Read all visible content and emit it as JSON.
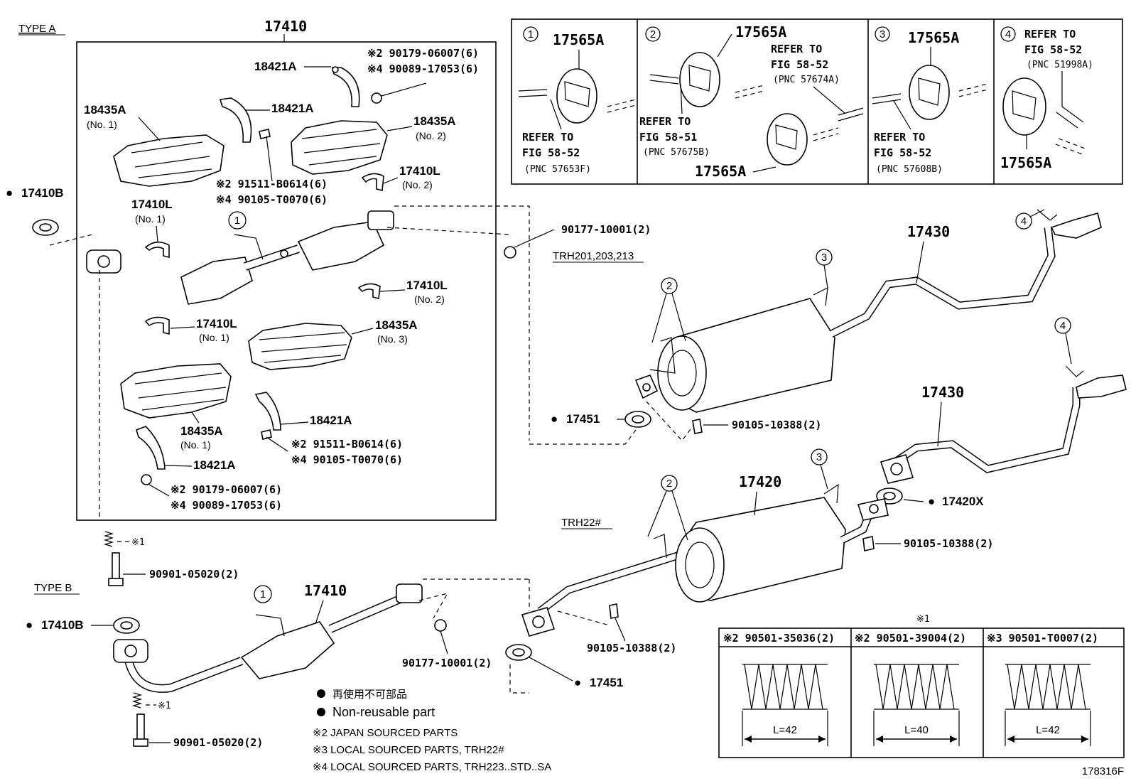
{
  "sections": {
    "type_a": "TYPE A",
    "type_b": "TYPE B",
    "trh201": "TRH201,203,213",
    "trh22": "TRH22#"
  },
  "bullet": "●",
  "callouts": {
    "c1": "1",
    "c2": "2",
    "c3": "3",
    "c4": "4"
  },
  "type_a_labels": {
    "assy": "17410",
    "bracket_a1": "18421A",
    "bracket_a2": "18421A",
    "bracket_a3": "18421A",
    "bracket_a4": "18421A",
    "insul_no1": "18435A",
    "insul_no1_sub": "(No. 1)",
    "insul_no2": "18435A",
    "insul_no2_sub": "(No. 2)",
    "insul_no3": "18435A",
    "insul_no3_sub": "(No. 3)",
    "insul_no1b": "18435A",
    "insul_no1b_sub": "(No. 1)",
    "clamp_l1": "17410L",
    "clamp_l1_sub": "(No. 1)",
    "clamp_l2": "17410L",
    "clamp_l2_sub": "(No. 2)",
    "clamp_l3": "17410L",
    "clamp_l3_sub": "(No. 2)",
    "clamp_l4": "17410L",
    "clamp_l4_sub": "(No. 1)",
    "gasket": "17410B",
    "nut_top_1": "※2 90179-06007(6)",
    "nut_top_2": "※4 90089-17053(6)",
    "bolt_mid_1": "※2 91511-B0614(6)",
    "bolt_mid_2": "※4 90105-T0070(6)",
    "bolt_low_1": "※2 91511-B0614(6)",
    "bolt_low_2": "※4 90105-T0070(6)",
    "nut_low_1": "※2 90179-06007(6)",
    "nut_low_2": "※4 90089-17053(6)",
    "nut_right": "90177-10001(2)",
    "spring_mark": "※1",
    "bolt_bottom": "90901-05020(2)"
  },
  "type_b_labels": {
    "assy": "17410",
    "gasket": "17410B",
    "nut": "90177-10001(2)",
    "spring_mark": "※1",
    "bolt": "90901-05020(2)"
  },
  "muffler_labels": {
    "tail_upper": "17430",
    "tail_lower": "17430",
    "center": "17420",
    "gasket_upper": "17451",
    "gasket_lower": "17451",
    "gasket_x": "17420X",
    "bolt_upper": "90105-10388(2)",
    "bolt_right": "90105-10388(2)",
    "bolt_lower": "90105-10388(2)"
  },
  "hanger_boxes": [
    {
      "num": "1",
      "part": "17565A",
      "ref": [
        "REFER TO",
        "FIG 58-52",
        "(PNC 57653F)"
      ]
    },
    {
      "num": "2",
      "part": "17565A",
      "part2": "17565A",
      "ref": [
        "REFER TO",
        "FIG 58-52",
        "(PNC 57674A)"
      ],
      "ref2": [
        "REFER TO",
        "FIG 58-51",
        "(PNC 57675B)"
      ]
    },
    {
      "num": "3",
      "part": "17565A",
      "ref": [
        "REFER TO",
        "FIG 58-52",
        "(PNC 57608B)"
      ]
    },
    {
      "num": "4",
      "part": "17565A",
      "ref": [
        "REFER TO",
        "FIG 58-52",
        "(PNC 51998A)"
      ]
    }
  ],
  "spring_table": {
    "title": "※1",
    "columns": [
      {
        "part": "※2 90501-35036(2)",
        "length": "L=42"
      },
      {
        "part": "※2 90501-39004(2)",
        "length": "L=40"
      },
      {
        "part": "※3 90501-T0007(2)",
        "length": "L=42"
      }
    ]
  },
  "legend": {
    "jp": "再使用不可部品",
    "en": "Non-reusable part",
    "note2": "※2 JAPAN SOURCED PARTS",
    "note3": "※3 LOCAL SOURCED PARTS, TRH22#",
    "note4": "※4 LOCAL SOURCED PARTS, TRH223..STD..SA"
  },
  "figure_id": "178316F"
}
